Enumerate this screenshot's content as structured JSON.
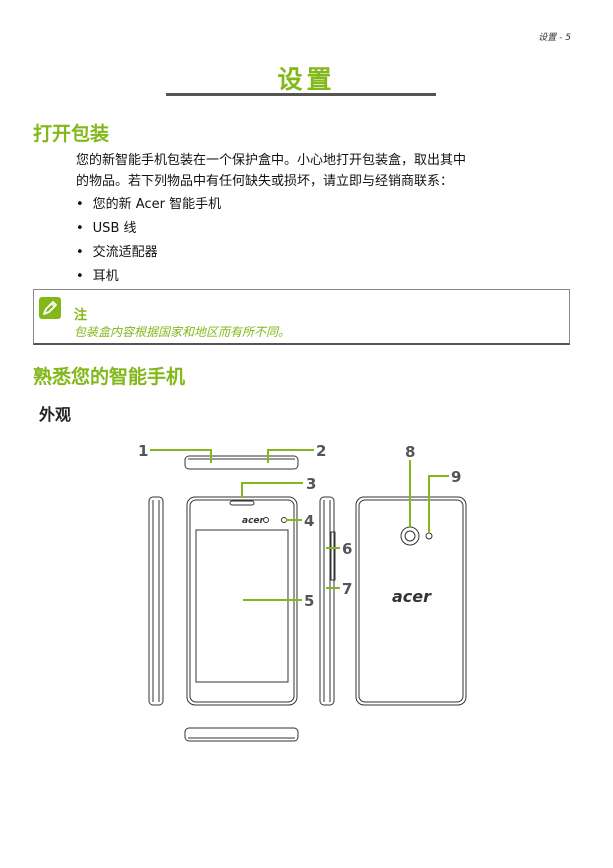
{
  "page": {
    "header_label": "设置 - 5"
  },
  "chapter": {
    "title": "设置"
  },
  "unpacking": {
    "title": "打开包装",
    "intro_line1": "您的新智能手机包装在一个保护盒中。小心地打开包装盒，取出其中",
    "intro_line2": "的物品。若下列物品中有任何缺失或损坏，请立即与经销商联系：",
    "items": [
      "您的新 Acer 智能手机",
      "USB 线",
      "交流适配器",
      "耳机"
    ]
  },
  "note": {
    "title": "注",
    "text": "包装盒内容根据国家和地区而有所不同。",
    "icon": "pencil-icon"
  },
  "know_phone": {
    "title": "熟悉您的智能手机"
  },
  "appearance": {
    "title": "外观",
    "brand_front": "acer",
    "brand_back": "acer",
    "callouts": [
      "1",
      "2",
      "3",
      "4",
      "5",
      "6",
      "7",
      "8",
      "9"
    ]
  },
  "colors": {
    "accent": "#83b81a",
    "rule": "#555555"
  }
}
